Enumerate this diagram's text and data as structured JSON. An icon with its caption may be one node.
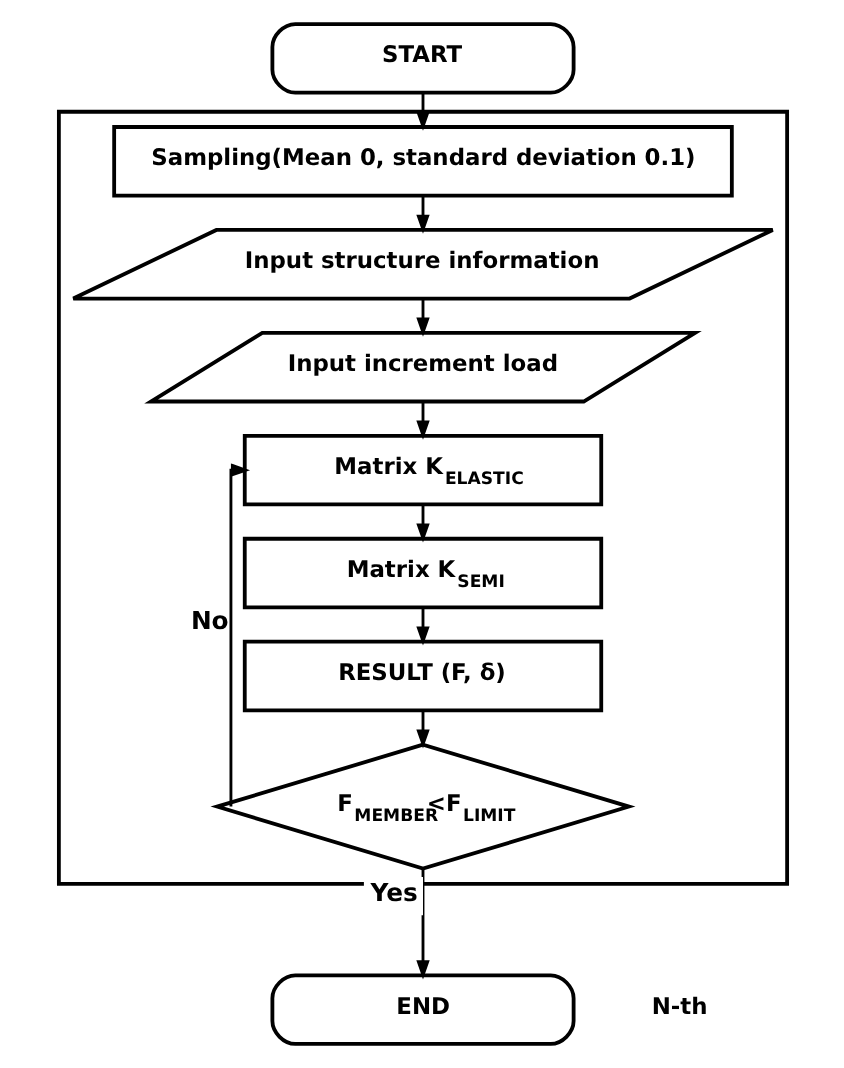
{
  "diagram": {
    "nodes": [
      {
        "text": [
          "START"
        ]
      },
      {
        "text": [],
        "shape": "box"
      },
      {
        "text": [
          "Sampling(Mean 0, standard deviation 0.1)"
        ],
        "in": 1
      },
      {
        "text": [
          "Input structure information"
        ],
        "in": 1
      },
      {
        "text": [
          "Input increment load"
        ],
        "in": 1
      },
      {
        "text": [
          "Matrix K$_{ELASTIC}$"
        ],
        "in": 1
      },
      {
        "text": [
          "Matrix K$_{SEMI}$"
        ],
        "in": 1
      },
      {
        "text": [
          "RESULT (F, δ)"
        ],
        "in": 1
      },
      {
        "text": [
          "F$_{MEMBER}$<F$_{LIMIT}$"
        ],
        "in": 1
      },
      {
        "text": [
          "END"
        ]
      }
    ],
    "edges": [
      {
        "from": 0,
        "to": 2,
        "arrow": "to"
      },
      {
        "from": 2,
        "to": 3,
        "arrow": "to"
      },
      {
        "from": 3,
        "to": 4,
        "arrow": "to"
      },
      {
        "from": 4,
        "to": 5,
        "arrow": "to"
      },
      {
        "from": 5,
        "to": 6,
        "arrow": "to"
      },
      {
        "from": 6,
        "to": 7,
        "arrow": "to"
      },
      {
        "from": 7,
        "to": 8,
        "arrow": "to"
      },
      {
        "from": 8,
        "to": 5,
        "arrow": "to",
        "label": "No"
      },
      {
        "from": 8,
        "to": 9,
        "arrow": "to",
        "label": "Yes"
      }
    ],
    "labels": [
      "N-th"
    ]
  }
}
